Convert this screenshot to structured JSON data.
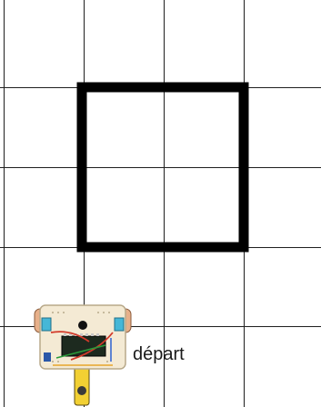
{
  "grid": {
    "columns": 4,
    "rows": 5,
    "line_color": "#1f1f1f"
  },
  "path_shape": {
    "shape": "square",
    "stroke_color": "#000000"
  },
  "robot": {
    "icon": "robot-car-icon",
    "label": "départ",
    "board_color": "#f4ead4",
    "chip_color": "#1d2a1f",
    "wheel_color": "#e7b08a",
    "sensor_color": "#46b7d7",
    "arm_color": "#f2d033"
  }
}
